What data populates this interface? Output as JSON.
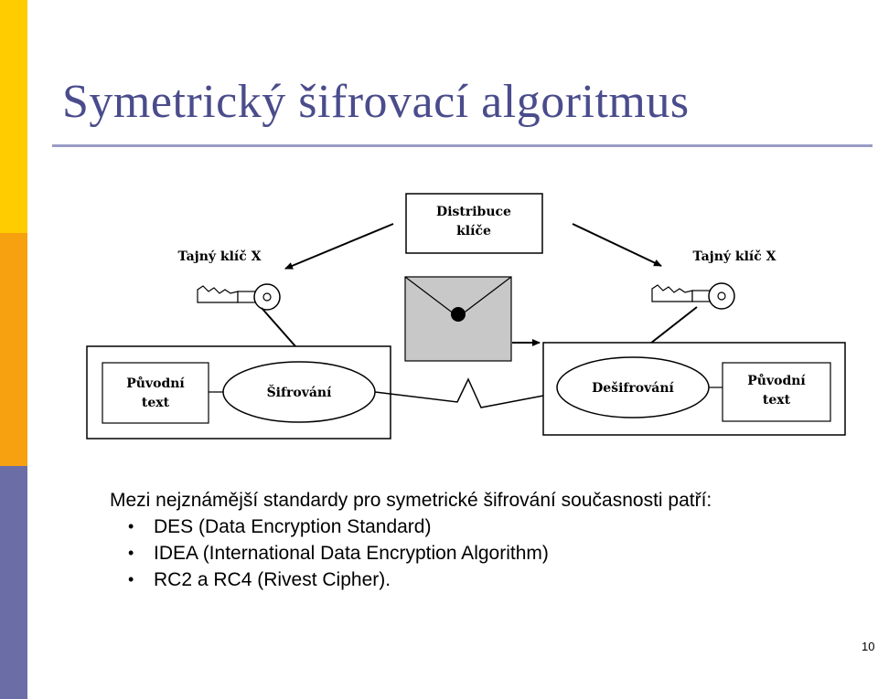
{
  "slide": {
    "title": "Symetrický šifrovací algoritmus",
    "page_number": "10"
  },
  "colors": {
    "sidebar_top": "#FFCC00",
    "sidebar_middle": "#F7A010",
    "sidebar_bottom": "#6B6EA6",
    "title_text": "#4A4C8C",
    "title_rule": "#9A9CC6",
    "envelope_fill": "#C8C8C8"
  },
  "diagram": {
    "key_distribution": [
      "Distribuce",
      "klíče"
    ],
    "secret_key_left": "Tajný klíč X",
    "secret_key_right": "Tajný klíč X",
    "original_text_left": [
      "Původní",
      "text"
    ],
    "encryption": "Šifrování",
    "decryption": "Dešifrování",
    "original_text_right": [
      "Původní",
      "text"
    ],
    "icons": [
      "key-icon",
      "key-icon",
      "envelope-icon"
    ]
  },
  "body": {
    "intro": "Mezi  nejznámější standardy pro symetrické šifrování současnosti patří:",
    "bullet_symbol": "•",
    "items": [
      "DES (Data Encryption Standard)",
      "IDEA (International Data Encryption Algorithm)",
      "RC2 a RC4 (Rivest Cipher)."
    ]
  }
}
